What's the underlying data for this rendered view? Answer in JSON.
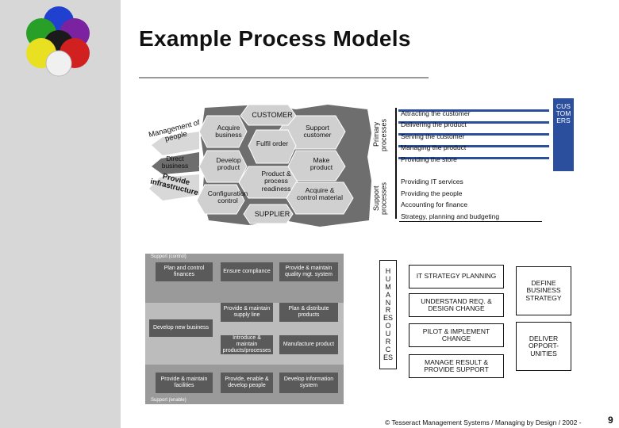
{
  "title": "Example Process Models",
  "hex": {
    "customer": "CUSTOMER",
    "supplier": "SUPPLIER",
    "acquire_business": "Acquire business",
    "support_customer": "Support customer",
    "fulfil_order": "Fulfil order",
    "develop_product": "Develop product",
    "make_product": "Make product",
    "product_process_readiness": "Product & process readiness",
    "configuration_control": "Configuration control",
    "acquire_control_material": "Acquire & control material",
    "management_of_people": "Management of people",
    "direct_business": "Direct business",
    "provide_infrastructure": "Provide infrastructure"
  },
  "panel": {
    "support_control": "Support (control)",
    "support_enable": "Support (enable)",
    "plan_control_finances": "Plan and control finances",
    "ensure_compliance": "Ensure compliance",
    "provide_maintain_quality": "Provide & maintain quality mgt. system",
    "provide_maintain_supply": "Provide & maintain supply line",
    "plan_distribute": "Plan & distribute products",
    "develop_new_business": "Develop new business",
    "introduce_maintain": "Introduce & maintain products/processes",
    "manufacture_product": "Manufacture product",
    "provide_maintain_facilities": "Provide & maintain facilities",
    "provide_enable_people": "Provide, enable & develop people",
    "develop_info_system": "Develop information system"
  },
  "right": {
    "primary_label": "Primary processes",
    "support_label": "Support processes",
    "customers_label": "CUSTOMERS",
    "primary": [
      "Attracting the customer",
      "Delivering the product",
      "Serving the customer",
      "Managing the product",
      "Providing the store"
    ],
    "support": [
      "Providing IT services",
      "Providing the people",
      "Accounting for finance",
      "Strategy, planning and budgeting"
    ]
  },
  "hr": {
    "label": "HUMANRESOURCES",
    "it_strategy": "IT STRATEGY PLANNING",
    "understand_req": "UNDERSTAND REQ. & DESIGN CHANGE",
    "pilot_implement": "PILOT & IMPLEMENT CHANGE",
    "manage_result": "MANAGE RESULT & PROVIDE SUPPORT",
    "define_strategy": "DEFINE BUSINESS STRATEGY",
    "deliver_opportunities": "DELIVER OPPORT-UNITIES"
  },
  "footer": "© Tesseract Management Systems / Managing by Design / 2002 -",
  "page_number": "9",
  "colors": {
    "sidebar": "#d7d7d7",
    "hex_fill": "#6e6e6e",
    "panel": "#9a9a9a",
    "panel_box": "#5a5a5a",
    "arrow_blue": "#2b4f9c"
  }
}
